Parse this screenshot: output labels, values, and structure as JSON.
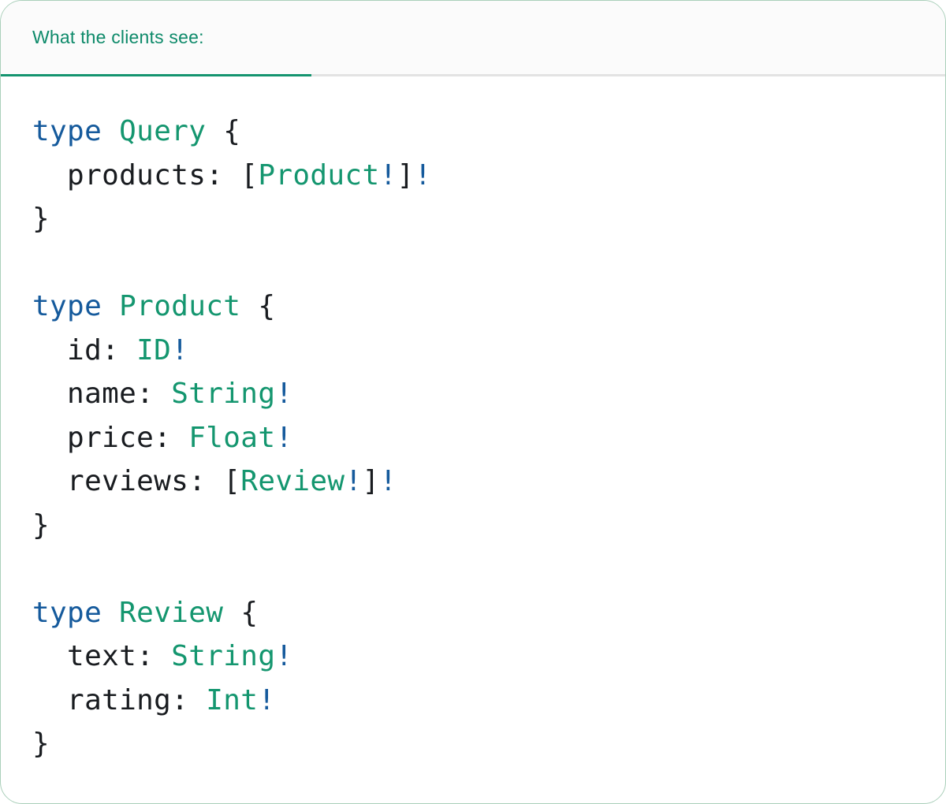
{
  "panel": {
    "tab": {
      "label": "What the clients see:"
    }
  },
  "colors": {
    "tab_text": "#0e8a6a",
    "tab_underline": "#14946f",
    "header_bg": "#fbfbfb",
    "divider": "#e3e3e3",
    "card_border": "#aacfba",
    "keyword": "#155a9c",
    "type_name": "#14966f",
    "bang": "#155a9c",
    "plain": "#191c20"
  },
  "code": {
    "language": "graphql-sdl",
    "plain_text": "type Query {\n  products: [Product!]!\n}\n\ntype Product {\n  id: ID!\n  name: String!\n  price: Float!\n  reviews: [Review!]!\n}\n\ntype Review {\n  text: String!\n  rating: Int!\n}",
    "lines": [
      {
        "tokens": [
          {
            "text": "type",
            "role": "keyword"
          },
          {
            "text": " ",
            "role": "plain"
          },
          {
            "text": "Query",
            "role": "type"
          },
          {
            "text": " {",
            "role": "plain"
          }
        ]
      },
      {
        "tokens": [
          {
            "text": "  products: [",
            "role": "plain"
          },
          {
            "text": "Product",
            "role": "type"
          },
          {
            "text": "!",
            "role": "bang"
          },
          {
            "text": "]",
            "role": "plain"
          },
          {
            "text": "!",
            "role": "bang"
          }
        ]
      },
      {
        "tokens": [
          {
            "text": "}",
            "role": "plain"
          }
        ]
      },
      {
        "tokens": []
      },
      {
        "tokens": [
          {
            "text": "type",
            "role": "keyword"
          },
          {
            "text": " ",
            "role": "plain"
          },
          {
            "text": "Product",
            "role": "type"
          },
          {
            "text": " {",
            "role": "plain"
          }
        ]
      },
      {
        "tokens": [
          {
            "text": "  id: ",
            "role": "plain"
          },
          {
            "text": "ID",
            "role": "type"
          },
          {
            "text": "!",
            "role": "bang"
          }
        ]
      },
      {
        "tokens": [
          {
            "text": "  name: ",
            "role": "plain"
          },
          {
            "text": "String",
            "role": "type"
          },
          {
            "text": "!",
            "role": "bang"
          }
        ]
      },
      {
        "tokens": [
          {
            "text": "  price: ",
            "role": "plain"
          },
          {
            "text": "Float",
            "role": "type"
          },
          {
            "text": "!",
            "role": "bang"
          }
        ]
      },
      {
        "tokens": [
          {
            "text": "  reviews: [",
            "role": "plain"
          },
          {
            "text": "Review",
            "role": "type"
          },
          {
            "text": "!",
            "role": "bang"
          },
          {
            "text": "]",
            "role": "plain"
          },
          {
            "text": "!",
            "role": "bang"
          }
        ]
      },
      {
        "tokens": [
          {
            "text": "}",
            "role": "plain"
          }
        ]
      },
      {
        "tokens": []
      },
      {
        "tokens": [
          {
            "text": "type",
            "role": "keyword"
          },
          {
            "text": " ",
            "role": "plain"
          },
          {
            "text": "Review",
            "role": "type"
          },
          {
            "text": " {",
            "role": "plain"
          }
        ]
      },
      {
        "tokens": [
          {
            "text": "  text: ",
            "role": "plain"
          },
          {
            "text": "String",
            "role": "type"
          },
          {
            "text": "!",
            "role": "bang"
          }
        ]
      },
      {
        "tokens": [
          {
            "text": "  rating: ",
            "role": "plain"
          },
          {
            "text": "Int",
            "role": "type"
          },
          {
            "text": "!",
            "role": "bang"
          }
        ]
      },
      {
        "tokens": [
          {
            "text": "}",
            "role": "plain"
          }
        ]
      }
    ]
  }
}
